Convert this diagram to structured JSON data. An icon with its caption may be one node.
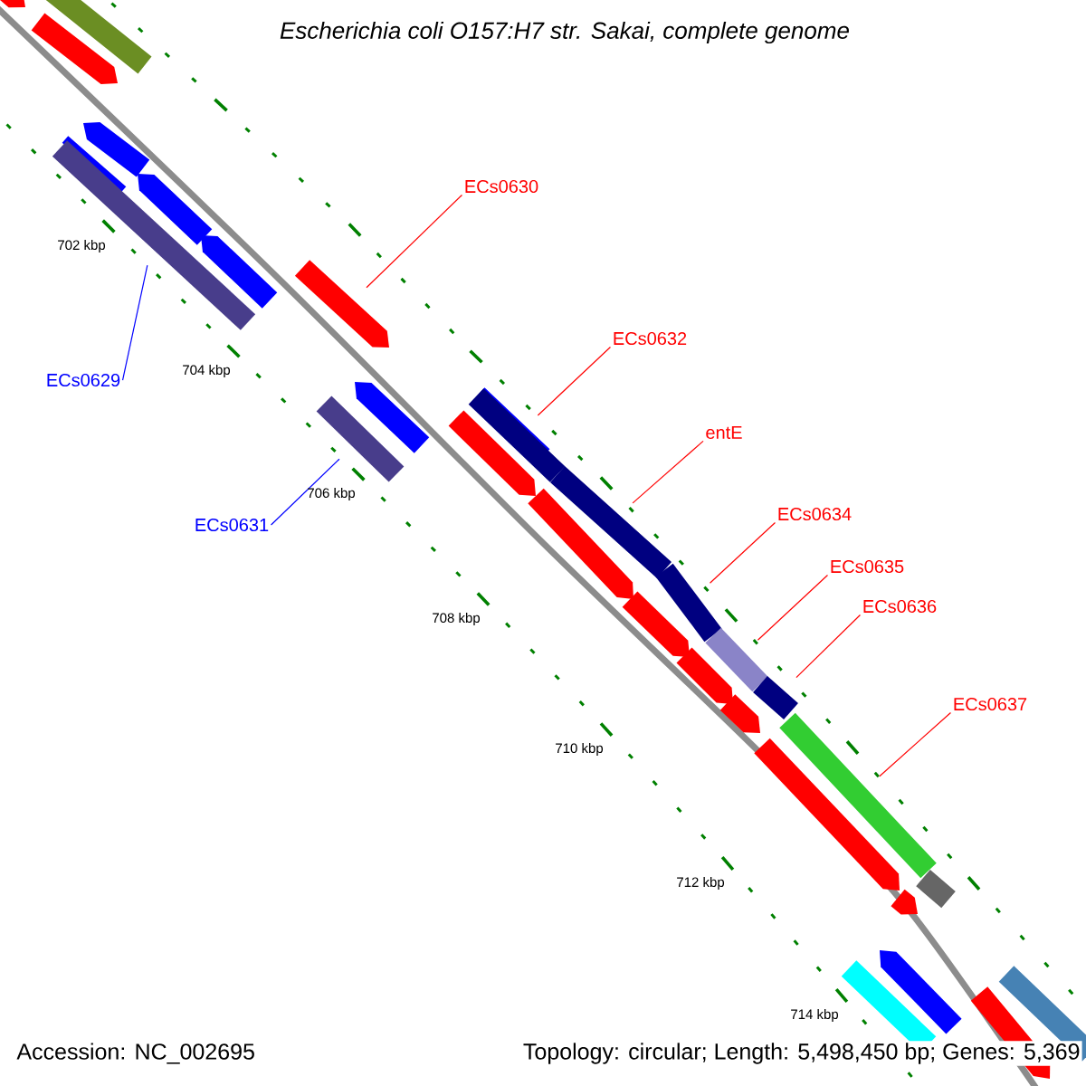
{
  "diagram": {
    "title": "Escherichia coli O157:H7 str. Sakai, complete genome",
    "nodes": [
      {
        "text": [
          "ECs0630"
        ]
      },
      {
        "text": [
          "ECs0629"
        ]
      },
      {
        "text": [
          "ECs0631"
        ]
      },
      {
        "text": [
          "ECs0632"
        ]
      },
      {
        "text": [
          "entE"
        ]
      },
      {
        "text": [
          "ECs0634"
        ]
      },
      {
        "text": [
          "ECs0635"
        ]
      },
      {
        "text": [
          "ECs0636"
        ]
      },
      {
        "text": [
          "ECs0637"
        ]
      },
      {
        "text": [],
        "shape": "arrow"
      },
      {
        "text": [],
        "shape": "bar"
      },
      {
        "text": [],
        "shape": "bar"
      },
      {
        "text": [],
        "shape": "bar"
      },
      {
        "text": [],
        "shape": "bar"
      },
      {
        "text": [],
        "shape": "bar"
      },
      {
        "text": [],
        "shape": "bar"
      },
      {
        "text": [],
        "shape": "bar"
      },
      {
        "text": [],
        "shape": "bar"
      }
    ],
    "edges": [
      {
        "from": 0,
        "to": 9,
        "arrow": "none"
      },
      {
        "from": 1,
        "to": 10,
        "arrow": "none",
        "color": "#0000ff"
      },
      {
        "from": 2,
        "to": 11,
        "arrow": "none",
        "color": "#0000ff"
      },
      {
        "from": 3,
        "to": 12,
        "arrow": "none"
      },
      {
        "from": 4,
        "to": 13,
        "arrow": "none"
      },
      {
        "from": 5,
        "to": 14,
        "arrow": "none"
      },
      {
        "from": 6,
        "to": 15,
        "arrow": "none"
      },
      {
        "from": 7,
        "to": 16,
        "arrow": "none"
      },
      {
        "from": 8,
        "to": 17,
        "arrow": "none"
      }
    ],
    "labels": [
      "702 kbp",
      "704 kbp",
      "706 kbp",
      "708 kbp",
      "710 kbp",
      "712 kbp",
      "714 kbp",
      "Accession: NC_002695",
      "Topology: circular; Length: 5,498,450 bp; Genes: 5,369"
    ]
  }
}
